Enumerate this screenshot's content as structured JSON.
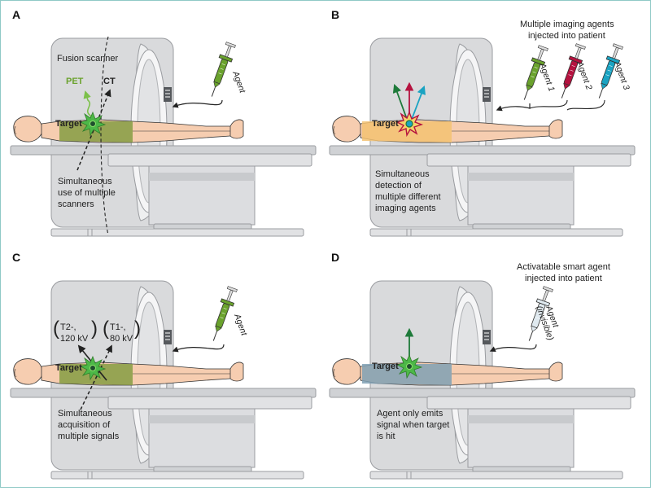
{
  "panels": {
    "A": {
      "letter": "A",
      "scanner_label": "Fusion scanner",
      "pet": "PET",
      "ct": "CT",
      "target": "Target",
      "agent": "Agent",
      "caption": [
        "Simultaneous",
        "use of multiple",
        "scanners"
      ]
    },
    "B": {
      "letter": "B",
      "header": [
        "Multiple imaging agents",
        "injected into patient"
      ],
      "agents": [
        "Agent 1",
        "Agent 2",
        "Agent 3"
      ],
      "target": "Target",
      "caption": [
        "Simultaneous",
        "detection of",
        "multiple different",
        "imaging agents"
      ]
    },
    "C": {
      "letter": "C",
      "t2": [
        "T2-,",
        "120 kV"
      ],
      "t1": [
        "T1-,",
        "80 kV"
      ],
      "target": "Target",
      "agent": "Agent",
      "caption": [
        "Simultaneous",
        "acquisition of",
        "multiple signals"
      ]
    },
    "D": {
      "letter": "D",
      "header": [
        "Activatable smart agent",
        "injected into patient"
      ],
      "agent": "Agent",
      "agent_sub": "(invisible)",
      "target": "Target",
      "caption": [
        "Agent only emits",
        "signal when target",
        "is hit"
      ]
    }
  },
  "colors": {
    "scanner": "#d9dadc",
    "scanner_dark": "#b9bbbe",
    "bed": "#c9cbce",
    "skin": "#f6cdb0",
    "green": "#6aa22d",
    "green_dark": "#4d7f1c",
    "red": "#b5123f",
    "teal": "#1aa3c2",
    "orange_body": "#f3c272",
    "blue_body": "#7fa0b4",
    "star_green": "#4db848"
  }
}
